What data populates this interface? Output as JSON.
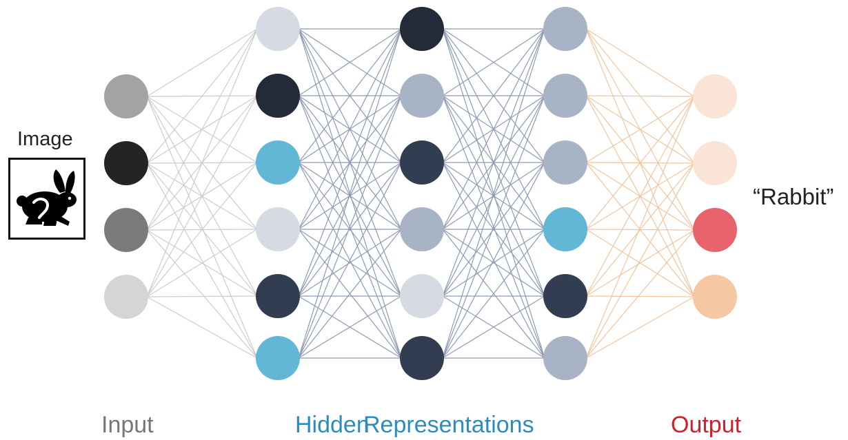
{
  "labels": {
    "image": "Image",
    "output_word": "“Rabbit”",
    "input": "Input",
    "hidden": "Hidden",
    "representations": "Representations",
    "output": "Output"
  },
  "icons": {
    "input_image": "rabbit-icon"
  },
  "colors": {
    "input_caption": "#777777",
    "hidden_caption": "#2b8cbf",
    "output_caption": "#d0202a",
    "edges_input": "#c9ccd3",
    "edges_hidden": "#8d9bb2",
    "edges_output": "#f2c49c"
  },
  "network": {
    "layers": [
      {
        "role": "input",
        "nodes": [
          "#a3a3a3",
          "#242424",
          "#7b7b7b",
          "#d5d5d5"
        ]
      },
      {
        "role": "hidden",
        "nodes": [
          "#d6dbe3",
          "#232a38",
          "#62b6d6",
          "#d6dbe3",
          "#323d52",
          "#62b6d6"
        ]
      },
      {
        "role": "hidden",
        "nodes": [
          "#232a38",
          "#a8b3c6",
          "#323d52",
          "#a8b3c6",
          "#d6dbe3",
          "#323d52"
        ]
      },
      {
        "role": "hidden",
        "nodes": [
          "#a8b3c6",
          "#a8b3c6",
          "#a8b3c6",
          "#62b6d6",
          "#323d52",
          "#a8b3c6"
        ]
      },
      {
        "role": "output",
        "nodes": [
          "#f9e4d5",
          "#f9e4d5",
          "#e8646c",
          "#f6c7a3"
        ]
      }
    ]
  }
}
